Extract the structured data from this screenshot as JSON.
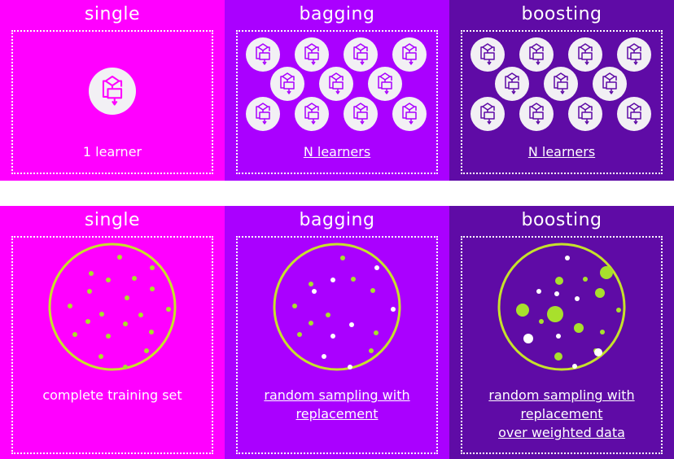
{
  "top_row": {
    "single": {
      "title": "single",
      "caption": "1 learner"
    },
    "bagging": {
      "title": "bagging",
      "caption": "N learners"
    },
    "boosting": {
      "title": "boosting",
      "caption": "N learners"
    }
  },
  "bottom_row": {
    "single": {
      "title": "single",
      "caption_lines": [
        "complete training set"
      ]
    },
    "bagging": {
      "title": "bagging",
      "caption_lines": [
        "random sampling with",
        "replacement"
      ]
    },
    "boosting": {
      "title": "boosting",
      "caption_lines": [
        "random sampling with",
        "replacement",
        "over weighted data"
      ]
    }
  },
  "colors": {
    "single": "#ff00ff",
    "bagging": "#aa00ff",
    "boosting": "#5f0ba6",
    "ring": "#c6e22b",
    "dot_green": "#a8e02c",
    "dot_white": "#ffffff",
    "learner_bg": "#f2f0f4"
  },
  "icons": {
    "learner": "flowchart-icon"
  }
}
